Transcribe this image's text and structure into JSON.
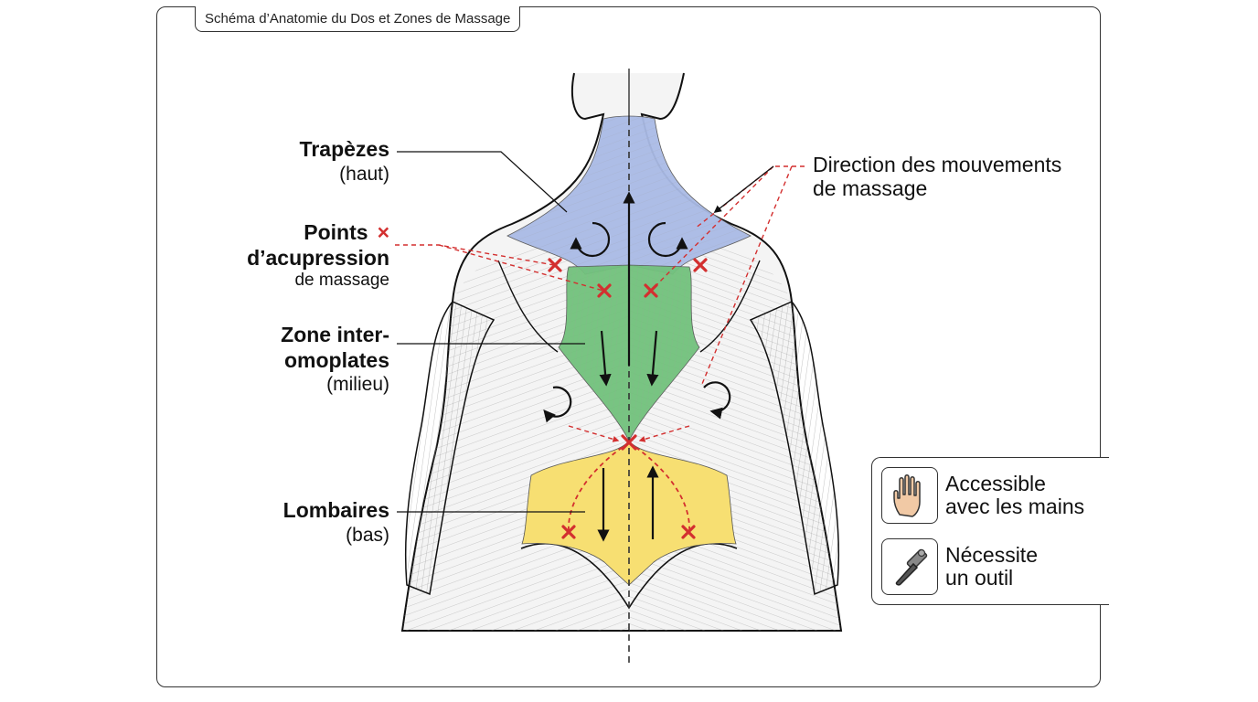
{
  "title": "Schéma d’Anatomie du Dos et Zones de Massage",
  "labels": {
    "trapezes": {
      "name": "Trapèzes",
      "detail": "(haut)"
    },
    "points": {
      "name_line1": "Points",
      "name_line2": "d’acupression",
      "detail": "de massage"
    },
    "inter": {
      "name_line1": "Zone inter-",
      "name_line2": "omoplates",
      "detail": "(milieu)"
    },
    "lombaires": {
      "name": "Lombaires",
      "detail": "(bas)"
    },
    "direction": {
      "line1": "Direction des mouvements",
      "line2": "de massage"
    }
  },
  "legend": {
    "hands": {
      "line1": "Accessible",
      "line2": "avec les mains",
      "icon": "hand-icon"
    },
    "tool": {
      "line1": "Nécessite",
      "line2": "un outil",
      "icon": "massage-tool-icon"
    }
  },
  "colors": {
    "trapezes_zone": "#aabbe6",
    "inter_zone": "#72c27c",
    "lombaires_zone": "#f7df72",
    "acupressure_point": "#d32f2f",
    "direction_arrow": "#111111"
  },
  "symbols": {
    "acupressure_marker": "×"
  }
}
